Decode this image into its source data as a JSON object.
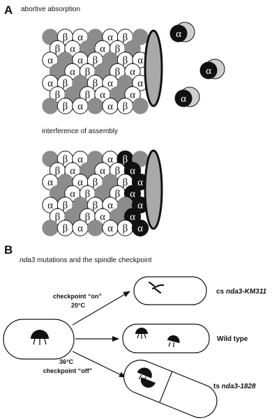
{
  "panel_a": {
    "letter": "A",
    "title_top": "abortive absorption",
    "title_bottom": "interference of assembly",
    "free_dimer_label": "α",
    "alpha_glyph": "α",
    "beta_glyph": "β",
    "colors": {
      "gray": "#8c8c8c",
      "dark": "#111111",
      "light_gray": "#cfcfcf",
      "cap": "#a9a9a9",
      "white": "#ffffff"
    }
  },
  "panel_b": {
    "letter": "B",
    "title_italic": "nda3",
    "title_rest": " mutations and the spindle checkpoint",
    "arrow_top_label_1": "checkpoint “on”",
    "arrow_top_label_2": "20°C",
    "arrow_bottom_label_1": "36°C",
    "arrow_bottom_label_2": "checkpoint “off”",
    "cell_top_prefix": "cs ",
    "cell_top_name": "nda3-KM311",
    "cell_mid_label": "Wild type",
    "cell_bottom_prefix": "ts ",
    "cell_bottom_name": "nda3-1828"
  }
}
